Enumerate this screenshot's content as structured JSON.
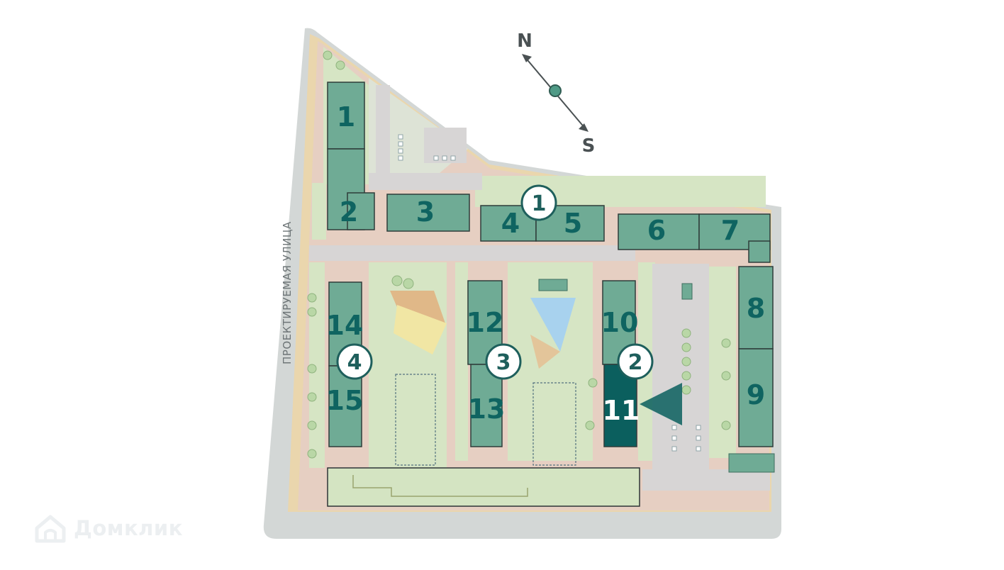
{
  "street_label": "ПРОЕКТИРУЕМАЯ УЛИЦА",
  "compass": {
    "north": "N",
    "south": "S"
  },
  "queues": [
    "1",
    "2",
    "3",
    "4"
  ],
  "sections": [
    "1",
    "2",
    "3",
    "4",
    "5",
    "6",
    "7",
    "8",
    "9",
    "10",
    "11",
    "12",
    "13",
    "14",
    "15"
  ],
  "selected_section": "11",
  "watermark": {
    "text": "Домклик",
    "icon": "house-logo-icon"
  },
  "colors": {
    "building": "#6fab95",
    "building_selected": "#0b5f5e",
    "number": "#0f6461",
    "road": "#d1d5d4",
    "lawn": "#d5e4c3",
    "path": "#e4c8b8",
    "sidewalk": "#e7d2ac",
    "pond": "#a8d3ee"
  }
}
